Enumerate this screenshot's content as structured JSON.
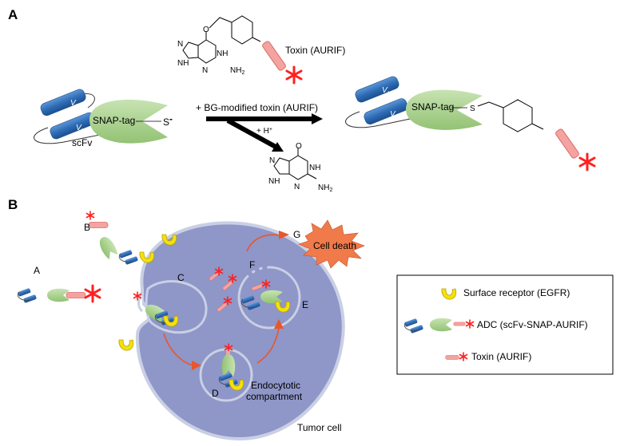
{
  "panels": {
    "a": "A",
    "b": "B"
  },
  "panel_a": {
    "vh": "V",
    "vh_sub": "H",
    "vl": "V",
    "vl_sub": "L",
    "scfv": "scFv",
    "snap_tag": "SNAP-tag",
    "thiolate": "S",
    "thiolate_charge": "-",
    "reagent": "+ BG-modified toxin (AURIF)",
    "proton": "+ H",
    "proton_charge": "+",
    "toxin_label": "Toxin (AURIF)",
    "product_snap_tag": "SNAP-tag",
    "product_s": "S",
    "atoms": {
      "o": "O",
      "n": "N",
      "nh": "NH",
      "nh2": "NH",
      "nh2_sub": "2"
    }
  },
  "panel_b": {
    "steps": {
      "a": "A",
      "b": "B",
      "c": "C",
      "d": "D",
      "e": "E",
      "f": "F",
      "g": "G"
    },
    "cell_death": "Cell death",
    "endocytotic": [
      "Endocytotic",
      "compartment"
    ],
    "tumor_cell": "Tumor cell",
    "legend": [
      {
        "icon": "receptor-icon",
        "label": "Surface receptor (EGFR)"
      },
      {
        "icon": "adc-icon",
        "label": "ADC (scFv-SNAP-AURIF)"
      },
      {
        "icon": "toxin-icon",
        "label": "Toxin (AURIF)"
      }
    ]
  },
  "colors": {
    "cell": "#8f96c8",
    "membrane": "#c9d0e4",
    "scfv_blue": "#2f6db5",
    "snap_green": "#a9d08e",
    "toxin_red": "#f4a3a0",
    "asterisk": "#ff2020",
    "receptor": "#f5e10a",
    "arrow_orange": "#e8562a",
    "cell_death": "#f07a4a"
  }
}
